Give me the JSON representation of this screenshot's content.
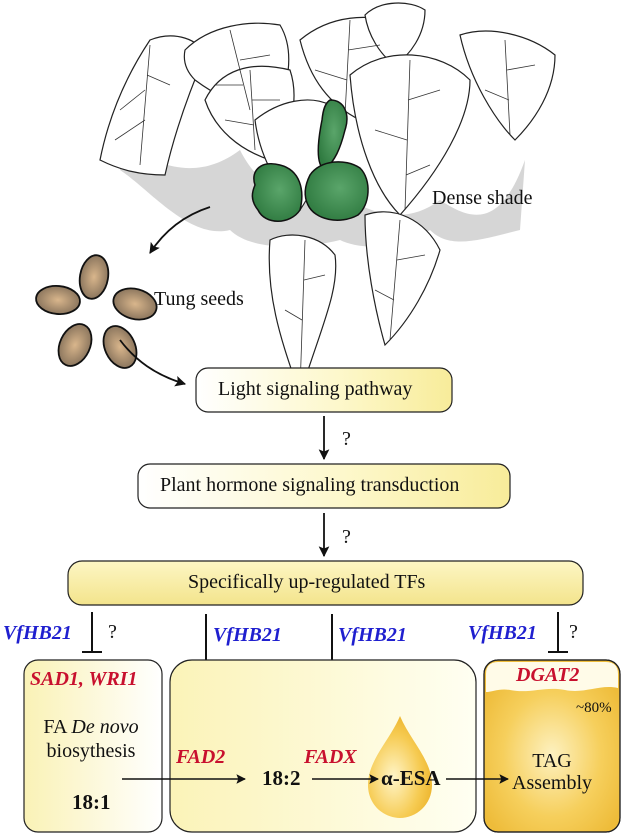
{
  "illustration": {
    "shade_label": "Dense shade",
    "seeds_label": "Tung seeds"
  },
  "pathway": {
    "light": "Light signaling pathway",
    "hormone": "Plant hormone signaling transduction",
    "tfs": "Specifically up-regulated TFs",
    "q1": "?",
    "q2": "?"
  },
  "regulators": [
    {
      "label": "VfHB21",
      "question": "?"
    },
    {
      "label": "VfHB21",
      "question": ""
    },
    {
      "label": "VfHB21",
      "question": ""
    },
    {
      "label": "VfHB21",
      "question": "?"
    }
  ],
  "boxes": {
    "denovo": {
      "genes": "SAD1, WRI1",
      "line1_prefix": "FA ",
      "line1_italic": "De novo",
      "line2": "biosythesis",
      "product": "18:1"
    },
    "middle": {
      "gene1": "FAD2",
      "gene2": "FADX",
      "product1": "18:2",
      "product2": "α-ESA"
    },
    "tag": {
      "gene": "DGAT2",
      "percent": "~80%",
      "line1": "TAG",
      "line2": "Assembly"
    }
  },
  "colors": {
    "box_light": "#fdfbd8",
    "box_yellow": "#f8eea0",
    "oil": "#f3c64a",
    "fruit": "#3f8f50",
    "seed": "#9c8466",
    "regulator": "#1f1fcf",
    "gene": "#c8102e"
  }
}
